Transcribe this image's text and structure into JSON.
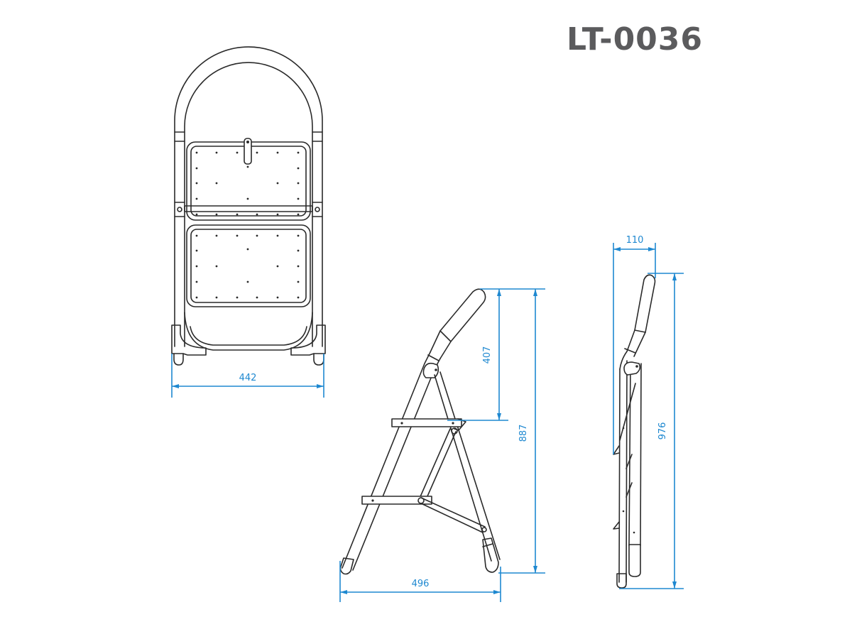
{
  "title": "LT-0036",
  "colors": {
    "title": "#5b5b5d",
    "dimension": "#1e88d0",
    "outline": "#2a2a2a",
    "background": "#ffffff"
  },
  "views": {
    "front": {
      "label": "front-view",
      "dimensions": {
        "width": "442"
      }
    },
    "side_open": {
      "label": "side-view-open",
      "dimensions": {
        "handle_height": "407",
        "total_height": "887",
        "base_depth": "496"
      }
    },
    "side_folded": {
      "label": "side-view-folded",
      "dimensions": {
        "thickness": "110",
        "total_height": "976"
      }
    }
  },
  "units": "mm"
}
